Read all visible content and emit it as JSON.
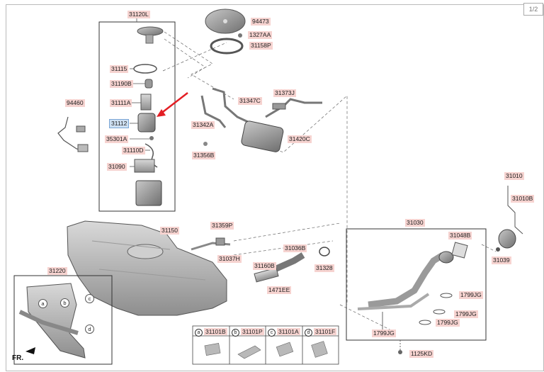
{
  "pager": "1/2",
  "front_marker": "FR.",
  "selected_part": "31112",
  "colors": {
    "label_bg": "#f6d3d0",
    "selected_bg": "#cfe1f3",
    "arrow": "#e31e24"
  },
  "labels": {
    "l31120L": "31120L",
    "l31115": "31115",
    "l31190B": "31190B",
    "l31111A": "31111A",
    "l31112": "31112",
    "l35301A": "35301A",
    "l31110D": "31110D",
    "l31090": "31090",
    "l94460": "94460",
    "l94473": "94473",
    "l1327AA": "1327AA",
    "l31158P": "31158P",
    "l31373J": "31373J",
    "l31347C": "31347C",
    "l31342A": "31342A",
    "l31420C": "31420C",
    "l31356B": "31356B",
    "l31150": "31150",
    "l31359P": "31359P",
    "l31037H": "31037H",
    "l31036B": "31036B",
    "l31160B": "31160B",
    "l31328": "31328",
    "l1471EE": "1471EE",
    "l31030": "31030",
    "l31048B": "31048B",
    "l31010": "31010",
    "l31010B": "31010B",
    "l31039": "31039",
    "l1799JG_a": "1799JG",
    "l1799JG_b": "1799JG",
    "l1799JG_c": "1799JG",
    "l1799JG_d": "1799JG",
    "l1125KD": "1125KD",
    "l31220": "31220"
  },
  "callouts": {
    "a": "a",
    "b": "b",
    "c": "c",
    "d": "d"
  },
  "legend": [
    {
      "letter": "a",
      "part": "31101B"
    },
    {
      "letter": "b",
      "part": "31101P"
    },
    {
      "letter": "c",
      "part": "31101A"
    },
    {
      "letter": "d",
      "part": "31101F"
    }
  ]
}
